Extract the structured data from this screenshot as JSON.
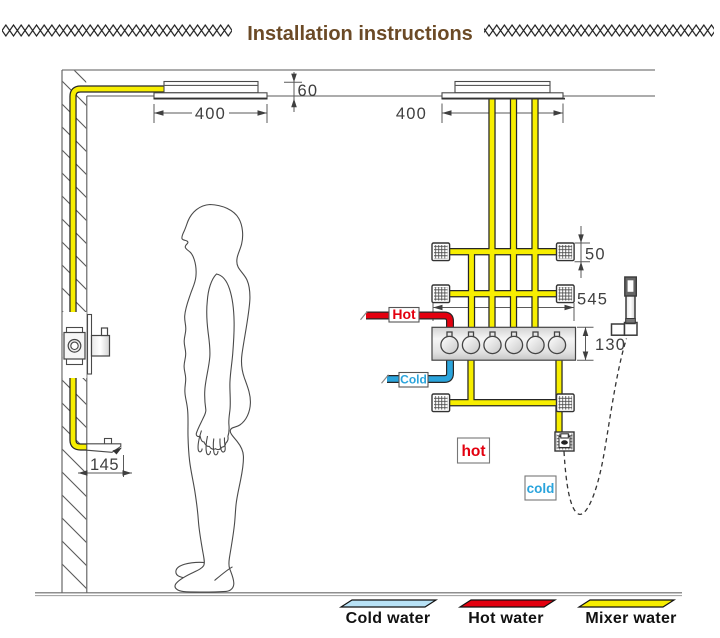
{
  "title": "Installation instructions",
  "colors": {
    "title": "#6b4a26",
    "mixer": "#f7ee00",
    "hot": "#e3000f",
    "cold": "#2aa4dc",
    "cold_light": "#b8e2f6",
    "line": "#5a5a5a"
  },
  "labels": {
    "hot_supply": "Hot",
    "cold_supply": "Cold",
    "hot_outlet": "hot",
    "cold_outlet": "cold"
  },
  "dimensions": {
    "left_head_width": "400",
    "ceiling_depth": "60",
    "right_head_width": "400",
    "jet_size": "50",
    "jet_span": "545",
    "valve_height": "130",
    "holder_offset": "145"
  },
  "legend": [
    {
      "label": "Cold water",
      "color": "#b8e2f6"
    },
    {
      "label": "Hot water",
      "color": "#e3000f"
    },
    {
      "label": "Mixer water",
      "color": "#f7ee00"
    }
  ]
}
